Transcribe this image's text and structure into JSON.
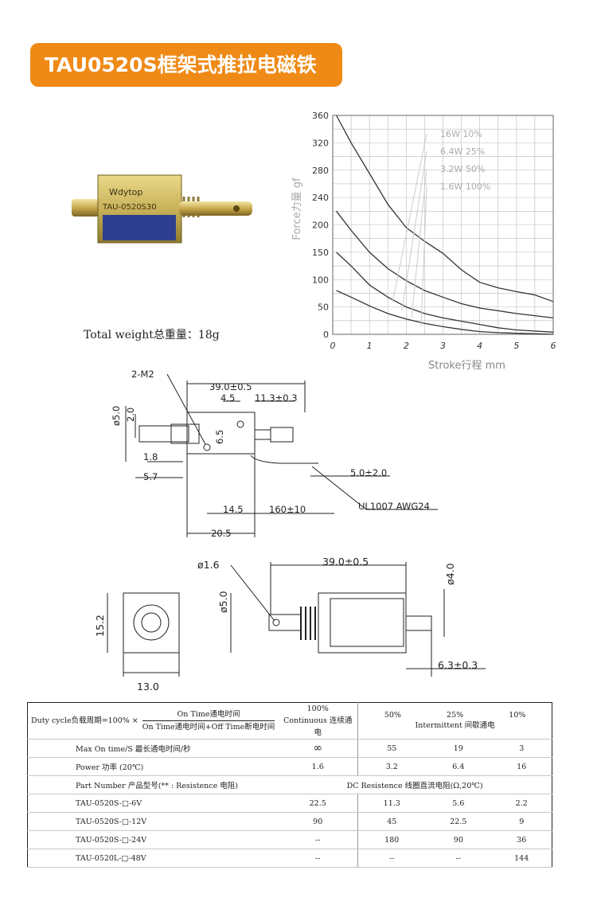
{
  "title": "TAU0520S框架式推拉电磁铁",
  "product_label": {
    "brand": "Wdytop",
    "model": "TAU-0520S30"
  },
  "weight_text": "Total weight总重量：18g",
  "colors": {
    "banner": "#ef8a16",
    "curve": "#333333",
    "grid": "#bbbbbb"
  },
  "chart_data": {
    "type": "line",
    "ylabel": "Force力量 gf",
    "xlabel": "Stroke行程 mm",
    "xlim": [
      0,
      6
    ],
    "ylim": [
      0,
      360
    ],
    "x_ticks": [
      "0",
      "1",
      "2",
      "3",
      "4",
      "5",
      "6"
    ],
    "y_ticks": [
      "0",
      "50",
      "100",
      "150",
      "200",
      "240",
      "280",
      "320",
      "360"
    ],
    "grid": true,
    "legend_position": "top-right",
    "series": [
      {
        "name": "16W 10%",
        "x": [
          0.1,
          0.5,
          1,
          1.5,
          2,
          2.5,
          3,
          3.5,
          4,
          4.5,
          5,
          5.5,
          6
        ],
        "y": [
          360,
          320,
          275,
          230,
          195,
          170,
          148,
          118,
          95,
          85,
          78,
          72,
          60
        ]
      },
      {
        "name": "6.4W 25%",
        "x": [
          0.1,
          0.5,
          1,
          1.5,
          2,
          2.5,
          3,
          3.5,
          4,
          4.5,
          5,
          5.5,
          6
        ],
        "y": [
          220,
          190,
          150,
          120,
          98,
          80,
          68,
          56,
          48,
          43,
          38,
          34,
          30
        ]
      },
      {
        "name": "3.2W 50%",
        "x": [
          0.1,
          0.5,
          1,
          1.5,
          2,
          2.5,
          3,
          3.5,
          4,
          4.5,
          5,
          5.5,
          6
        ],
        "y": [
          150,
          125,
          90,
          68,
          50,
          38,
          30,
          24,
          18,
          12,
          8,
          6,
          4
        ]
      },
      {
        "name": "1.6W 100%",
        "x": [
          0.1,
          0.5,
          1,
          1.5,
          2,
          2.5,
          3,
          3.5,
          4,
          4.5,
          5,
          5.5,
          6
        ],
        "y": [
          80,
          68,
          52,
          38,
          28,
          20,
          14,
          9,
          5,
          3,
          2,
          1,
          0
        ]
      }
    ]
  },
  "drawing1": {
    "m2": "2-M2",
    "len_total": "39.0±0.5",
    "d45": "4.5",
    "d113": "11.3±0.3",
    "phi5": "ø5.0",
    "d20": "2.0",
    "d65": "6.5",
    "d18": "1.8",
    "d57": "5.7",
    "d50": "5.0±2.0",
    "wire": "UL1007 AWG24",
    "d145": "14.5",
    "d160": "160±10",
    "d205": "20.5"
  },
  "drawing2": {
    "phi16": "ø1.6",
    "len_total": "39.0±0.5",
    "phi4": "ø4.0",
    "phi5": "ø5.0",
    "h152": "15.2",
    "w130": "13.0",
    "d63": "6.3±0.3"
  },
  "table": {
    "duty_label": "Duty cycle负载周期=100% ×",
    "frac_top": "On Time通电时间",
    "frac_bottom": "On Time通电时间+Off Time断电时间",
    "duty_values": [
      "100%",
      "50%",
      "25%",
      "10%"
    ],
    "mode_cont": "Continuous 连续通电",
    "mode_int": "Intermittent 间歇通电",
    "maxon_label": "Max On time/S 最长通电时间/秒",
    "maxon": [
      "∞",
      "55",
      "19",
      "3"
    ],
    "power_label": "Power 功率 (20℃)",
    "power": [
      "1.6",
      "3.2",
      "6.4",
      "16"
    ],
    "part_label": "Part Number 产品型号(** : Resistence 电阻)",
    "dc_label": "DC Resistence 线圈直流电阻(Ω,20℃)",
    "rows": [
      {
        "pn": "TAU-0520S-□-6V",
        "v": [
          "22.5",
          "11.3",
          "5.6",
          "2.2"
        ]
      },
      {
        "pn": "TAU-0520S-□-12V",
        "v": [
          "90",
          "45",
          "22.5",
          "9"
        ]
      },
      {
        "pn": "TAU-0520S-□-24V",
        "v": [
          "--",
          "180",
          "90",
          "36"
        ]
      },
      {
        "pn": "TAU-0520L-□-48V",
        "v": [
          "--",
          "--",
          "--",
          "144"
        ]
      }
    ]
  }
}
